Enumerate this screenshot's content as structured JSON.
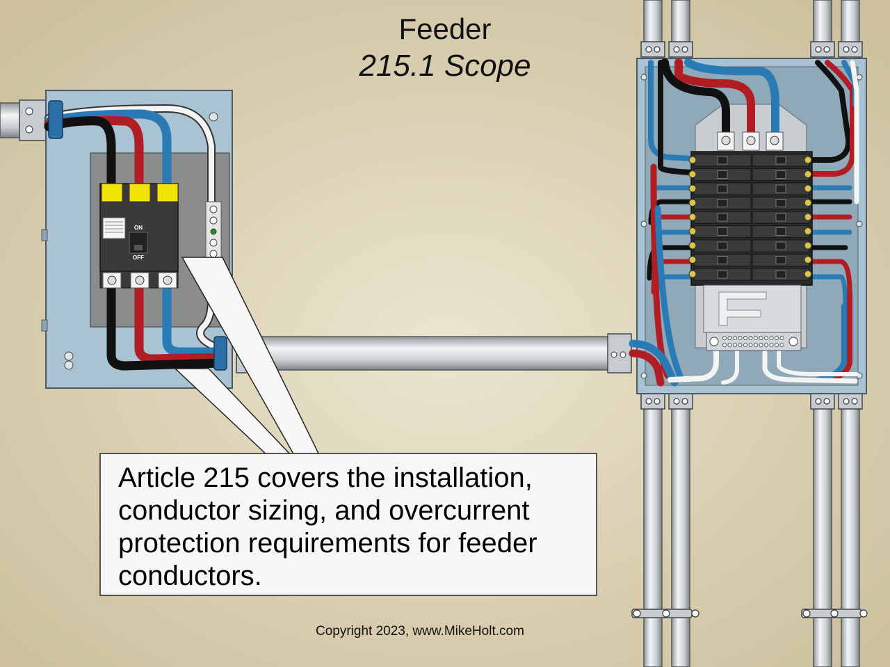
{
  "header": {
    "title": "Feeder",
    "subtitle": "215.1 Scope"
  },
  "callout": {
    "text": "Article 215 covers the installation, conductor sizing, and overcurrent protection requirements for feeder conductors."
  },
  "footer": {
    "copyright": "Copyright 2023, www.MikeHolt.com"
  },
  "breaker_labels": {
    "on": "ON",
    "off": "OFF"
  },
  "colors": {
    "wall": "#d8cfb0",
    "enclosure": "#a9c3d3",
    "wire_black": "#111111",
    "wire_red": "#b01e23",
    "wire_blue": "#2a7bb5",
    "wire_white": "#f4f4f4",
    "terminal_yellow": "#f2e400",
    "conduit": "#d9dde0"
  }
}
